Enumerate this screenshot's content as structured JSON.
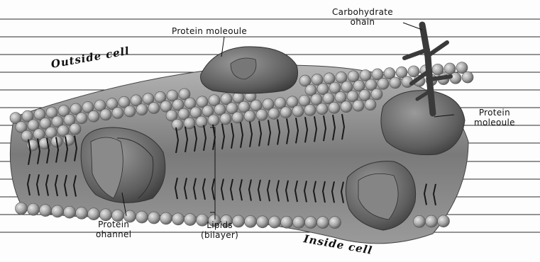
{
  "labels": {
    "protein_molecule_top": "Protein moleoule",
    "carbohydrate_line1": "Carbohydrate",
    "carbohydrate_line2": "ohain",
    "outside_cell": "Outside cell",
    "protein_molecule_right_line1": "Protein",
    "protein_molecule_right_line2": "moleoule",
    "protein_channel_line1": "Protein",
    "protein_channel_line2": "ohannel",
    "lipids_line1": "Lipids",
    "lipids_line2": "(bilayer)",
    "inside_cell": "Inside cell"
  },
  "colors": {
    "rule_lines": "#2a2a2a",
    "lipid_head": "#a8a8a8",
    "membrane_body": "#8c8c8c",
    "protein": "#6a6a6a",
    "carbohydrate": "#3a3a3a"
  }
}
